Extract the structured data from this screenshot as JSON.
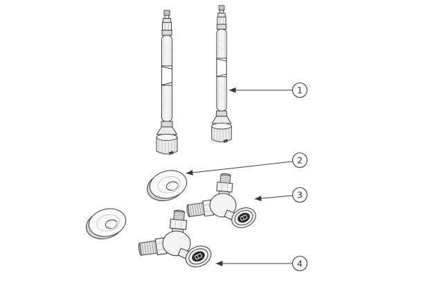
{
  "diagram": {
    "kind": "exploded-parts-diagram",
    "background_color": "#ffffff",
    "line_color": "#3a3a3a",
    "callouts": [
      {
        "number": "1",
        "target": "flexible-supply-hose"
      },
      {
        "number": "2",
        "target": "escutcheon-plate"
      },
      {
        "number": "3",
        "target": "angle-stop-valve-upper"
      },
      {
        "number": "4",
        "target": "angle-stop-valve-lower"
      }
    ]
  }
}
